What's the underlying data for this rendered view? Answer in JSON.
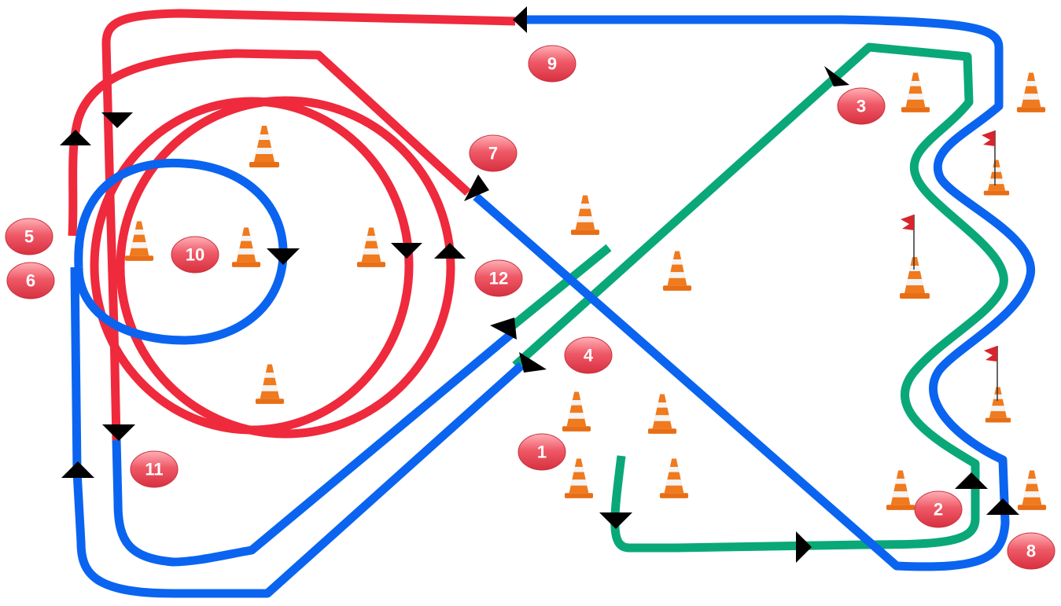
{
  "diagram": {
    "colors": {
      "blue_route": "#0a64f0",
      "red_route": "#ee2a3c",
      "green_route": "#0aa878",
      "marker_fill": "#e84a5a",
      "arrow": "#000000",
      "cone_orange": "#f07a1e",
      "flag": "#d8242c"
    },
    "markers": [
      {
        "id": "m1",
        "label": "1"
      },
      {
        "id": "m2",
        "label": "2"
      },
      {
        "id": "m3",
        "label": "3"
      },
      {
        "id": "m4",
        "label": "4"
      },
      {
        "id": "m5",
        "label": "5"
      },
      {
        "id": "m6",
        "label": "6"
      },
      {
        "id": "m7",
        "label": "7"
      },
      {
        "id": "m8",
        "label": "8"
      },
      {
        "id": "m9",
        "label": "9"
      },
      {
        "id": "m10",
        "label": "10"
      },
      {
        "id": "m11",
        "label": "11"
      },
      {
        "id": "m12",
        "label": "12"
      }
    ],
    "icons": [
      "traffic-cone-icon",
      "flag-icon",
      "direction-arrow-icon"
    ]
  }
}
